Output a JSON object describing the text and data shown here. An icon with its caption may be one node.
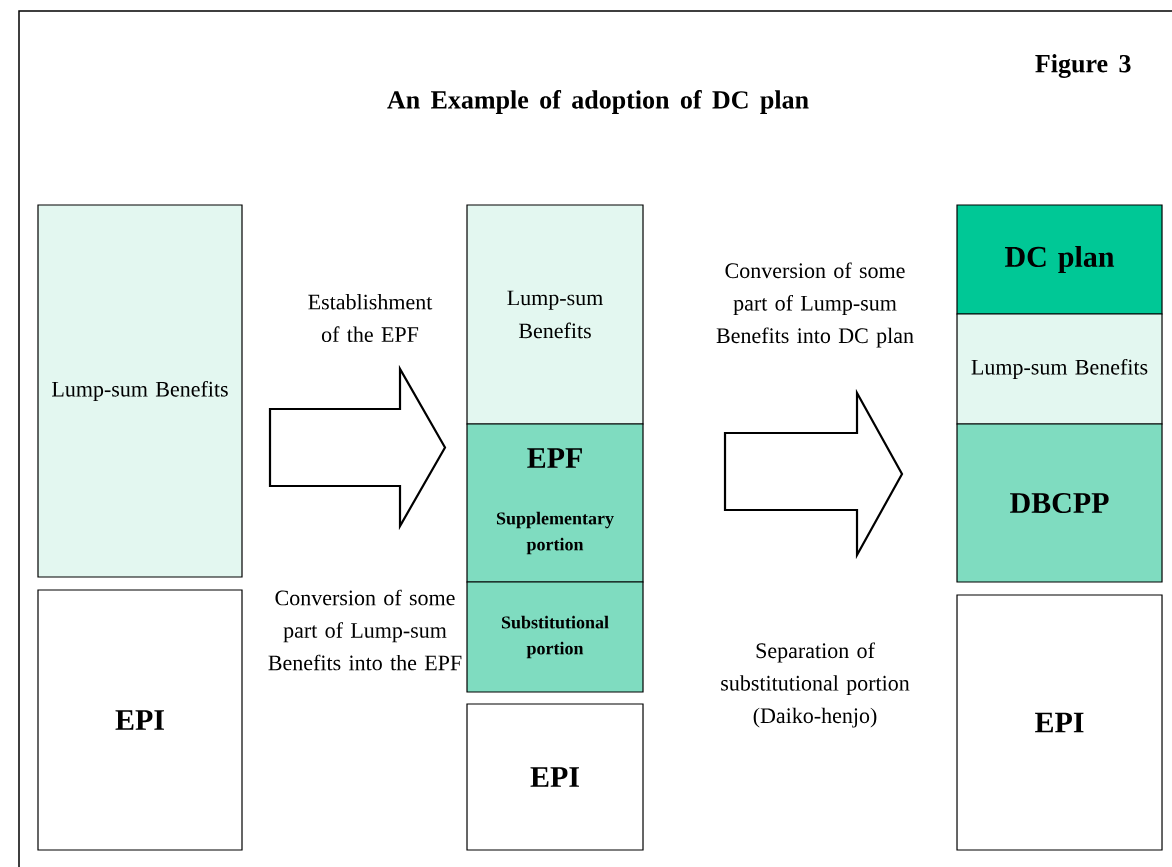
{
  "diagram": {
    "title": "An Example of adoption of DC plan",
    "nodes": [
      {
        "text": [
          "Lump-sum Benefits"
        ]
      },
      {
        "text": [
          "EPI"
        ]
      },
      {
        "text": [
          "Lump-sum Benefits"
        ]
      },
      {
        "text": [
          "EPF",
          "Supplementary portion"
        ]
      },
      {
        "text": [
          "Substitutional portion"
        ]
      },
      {
        "text": [
          "EPI"
        ]
      },
      {
        "text": [
          "DC plan"
        ]
      },
      {
        "text": [
          "Lump-sum Benefits"
        ]
      },
      {
        "text": [
          "DBCPP"
        ]
      },
      {
        "text": [
          "EPI"
        ]
      }
    ],
    "edges": [
      {
        "from": 0,
        "to": 3,
        "arrow": "to"
      },
      {
        "from": 3,
        "to": 8,
        "arrow": "to"
      }
    ],
    "labels": [
      "Figure 3",
      "Establishment of the EPF",
      "Conversion of some part of Lump-sum Benefits into DC plan",
      "Conversion of some part of Lump-sum Benefits into the EPF",
      "Separation of substitutional portion (Daiko-henjo)"
    ]
  }
}
